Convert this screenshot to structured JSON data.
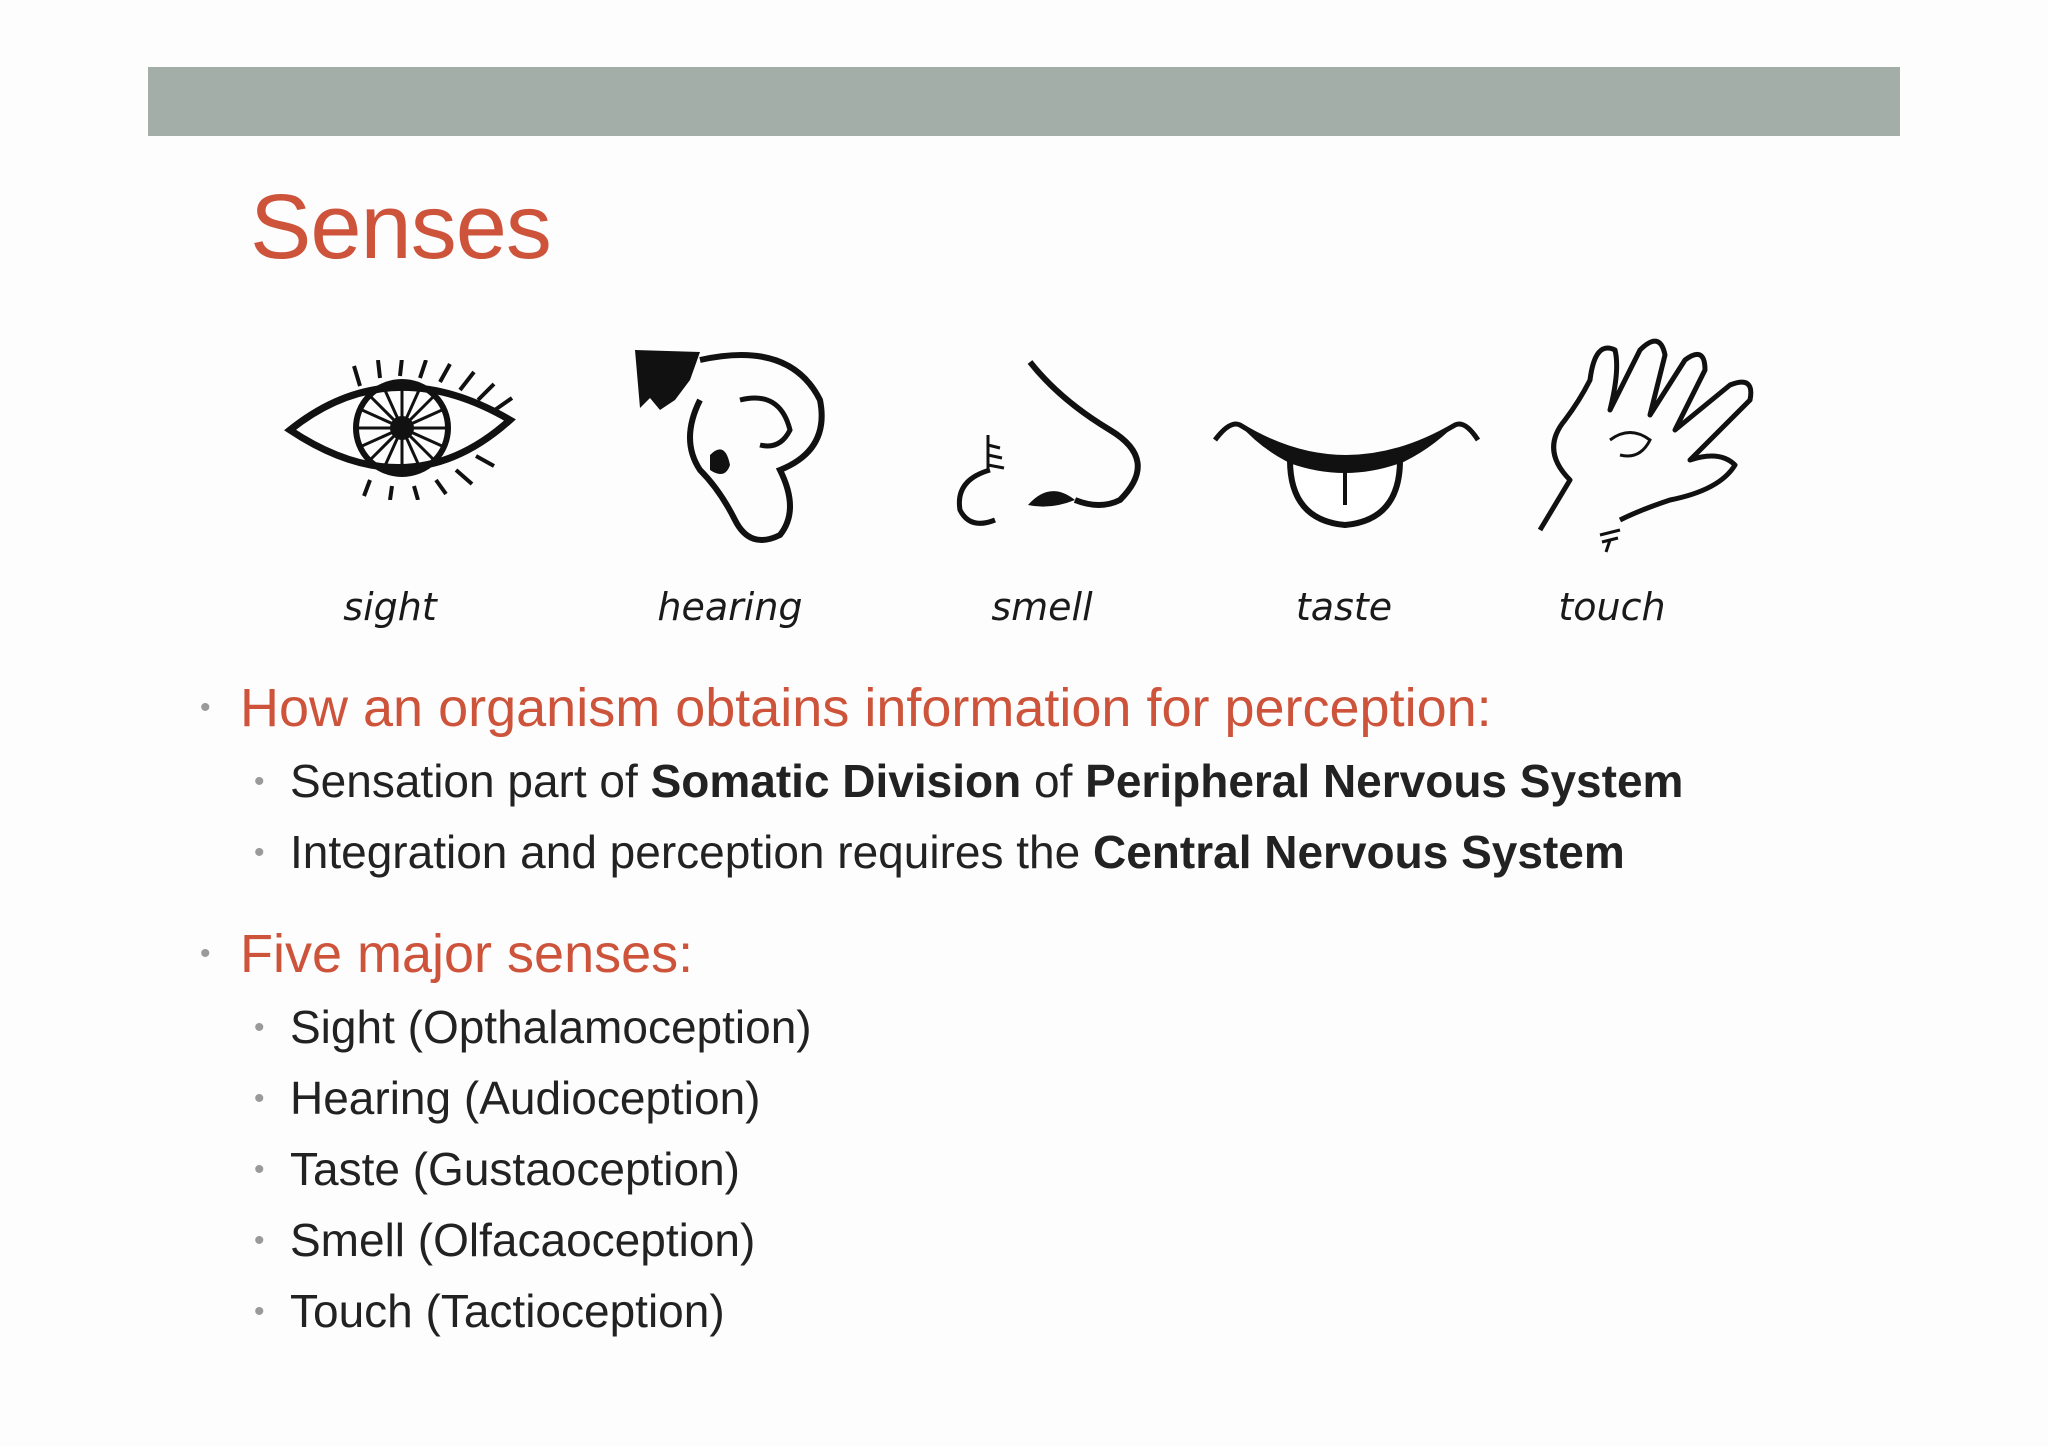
{
  "slide": {
    "title": "Senses",
    "senses_illustration": {
      "icons": [
        "eye-icon",
        "ear-icon",
        "nose-icon",
        "mouth-icon",
        "hand-icon"
      ],
      "captions": [
        "sight",
        "hearing",
        "smell",
        "taste",
        "touch"
      ]
    },
    "bullet1": {
      "heading": "How an organism obtains information for perception:",
      "sub1": {
        "t1": "Sensation part of ",
        "b1": "Somatic Division",
        "t2": " of ",
        "b2": "Peripheral Nervous System"
      },
      "sub2": {
        "t1": "Integration and perception requires the ",
        "b1": "Central Nervous System"
      }
    },
    "bullet2": {
      "heading": "Five major senses:",
      "items": [
        "Sight (Opthalamoception)",
        "Hearing (Audioception)",
        "Taste (Gustaoception)",
        "Smell (Olfacaoception)",
        "Touch (Tactioception)"
      ]
    },
    "colors": {
      "accent": "#cd533b",
      "bar": "#a3aea9",
      "text": "#222222",
      "bullet": "#9a9a9a"
    }
  }
}
